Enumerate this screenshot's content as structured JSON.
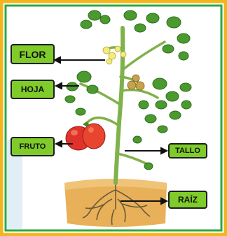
{
  "labels": {
    "flor": "FLOR",
    "hoja": "HOJA",
    "fruto": "FRUTO",
    "tallo": "TALLO",
    "raiz": "RAÍZ"
  },
  "colors": {
    "border_outer": "#f2b51c",
    "border_inner": "#2fa84a",
    "label_fill": "#7ecb2a",
    "leaf": "#4a9a2e",
    "stem": "#7fb24a",
    "tomato": "#e0322a",
    "soil": "#e8b058"
  }
}
